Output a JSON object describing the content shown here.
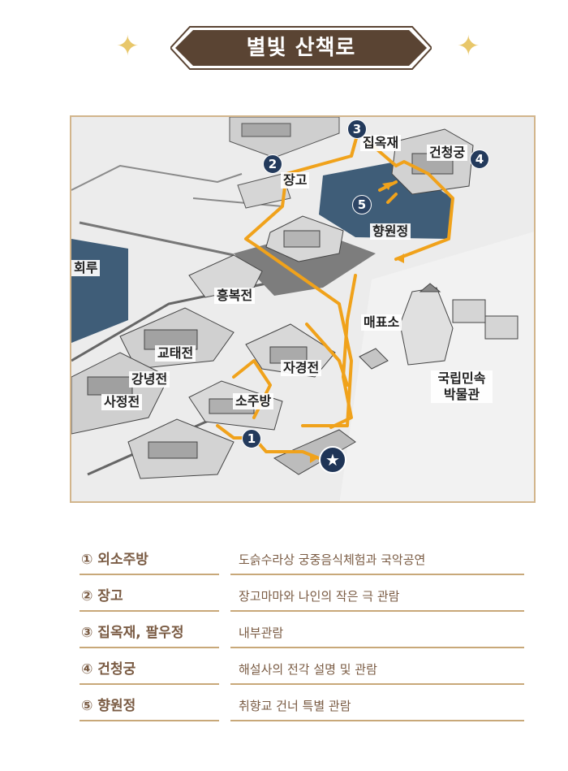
{
  "title": "별빛 산책로",
  "banner_colors": {
    "fill": "#5a4433",
    "outline": "#5a4433"
  },
  "sparkle_glyph": "✦",
  "map": {
    "labels": {
      "janggo": "장고",
      "jibokjae": "집옥재",
      "geoncheonggung": "건청궁",
      "hyangwonjeong": "향원정",
      "hoeru": "회루",
      "heungbokjeon": "흥복전",
      "maepyoso": "매표소",
      "gyotaejeon": "교태전",
      "jagyeongjeon": "자경전",
      "gangnyeongjeon": "강녕전",
      "sajeongjeon": "사정전",
      "sojubang": "소주방",
      "museum": "국립민속 박물관"
    },
    "markers": [
      "1",
      "2",
      "3",
      "4",
      "5"
    ],
    "start_icon": "★",
    "colors": {
      "route": "#f0a21b",
      "water": "#3f5d78",
      "ground": "#ececec",
      "building_dark": "#7a7a7a"
    }
  },
  "legend": [
    {
      "name": "① 외소주방",
      "desc": "도슭수라상 궁중음식체험과 국악공연"
    },
    {
      "name": "② 장고",
      "desc": "장고마마와 나인의 작은 극 관람"
    },
    {
      "name": "③ 집옥재, 팔우정",
      "desc": "내부관람"
    },
    {
      "name": "④ 건청궁",
      "desc": "해설사의 전각 설명 및 관람"
    },
    {
      "name": "⑤ 향원정",
      "desc": "취향교 건너 특별 관람"
    }
  ]
}
